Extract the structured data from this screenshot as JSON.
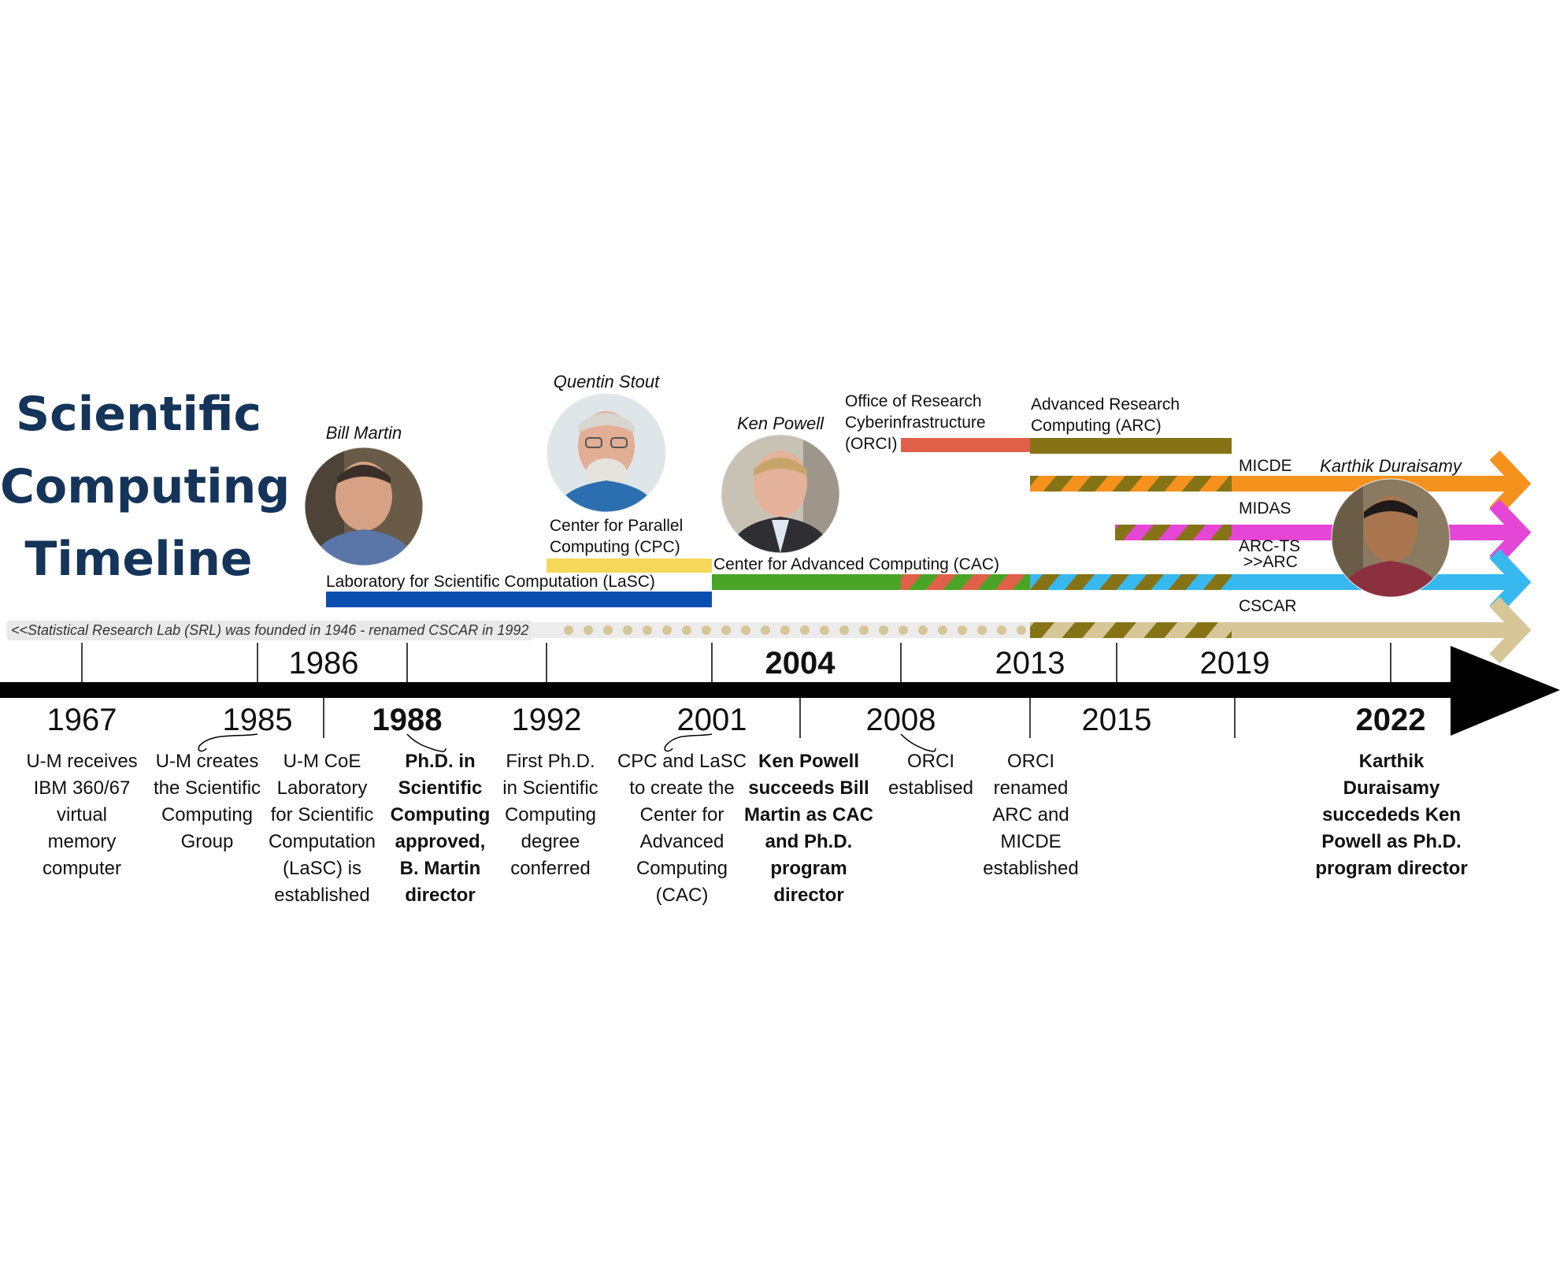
{
  "title": [
    "Scientific",
    "Computing",
    "Timeline"
  ],
  "srl_note": "<<Statistical Research Lab (SRL) was founded in 1946 - renamed CSCAR in 1992",
  "colors": {
    "title": "#15345a",
    "lasc": "#0a4fb0",
    "cpc": "#f5d85a",
    "cac": "#4aa527",
    "orci": "#e0604a",
    "arc": "#857316",
    "micde": "#f5921e",
    "midas": "#e646d6",
    "arcts": "#37b9ef",
    "cscar": "#d6c698"
  },
  "people": [
    {
      "name": "Bill Martin",
      "icon": "person-photo"
    },
    {
      "name": "Quentin Stout",
      "icon": "person-photo"
    },
    {
      "name": "Ken Powell",
      "icon": "person-photo"
    },
    {
      "name": "Karthik Duraisamy",
      "icon": "person-photo"
    }
  ],
  "bars": {
    "lasc": "Laboratory for Scientific Computation (LaSC)",
    "cpc": [
      "Center for Parallel",
      "Computing (CPC)"
    ],
    "cac": "Center for Advanced Computing (CAC)",
    "orci": [
      "Office of Research",
      "Cyberinfrastructure",
      "(ORCI)"
    ],
    "arc": [
      "Advanced Research",
      "Computing (ARC)"
    ],
    "micde": "MICDE",
    "midas": "MIDAS",
    "arcts": [
      "ARC-TS",
      ">>ARC"
    ],
    "cscar": "CSCAR"
  },
  "years_upper": [
    "1986",
    "2004",
    "2013",
    "2019"
  ],
  "years_lower": [
    "1967",
    "1985",
    "1988",
    "1992",
    "2001",
    "2008",
    "2015",
    "2022"
  ],
  "events": [
    {
      "lines": [
        "U-M receives",
        "IBM 360/67",
        "virtual",
        "memory",
        "computer"
      ]
    },
    {
      "lines": [
        "U-M creates",
        "the Scientific",
        "Computing",
        "Group"
      ]
    },
    {
      "lines": [
        "U-M CoE",
        "Laboratory",
        "for Scientific",
        "Computation",
        "(LaSC) is",
        "established"
      ]
    },
    {
      "lines": [
        "Ph.D. in",
        "Scientific",
        "Computing",
        "approved,",
        "B. Martin",
        "director"
      ]
    },
    {
      "lines": [
        "First Ph.D.",
        "in Scientific",
        "Computing",
        "degree",
        "conferred"
      ]
    },
    {
      "lines": [
        "CPC and LaSC",
        "to create the",
        "Center for",
        "Advanced",
        "Computing",
        "(CAC)"
      ]
    },
    {
      "lines": [
        "Ken Powell",
        "succeeds Bill",
        "Martin as CAC",
        "and Ph.D.",
        "program",
        "director"
      ]
    },
    {
      "lines": [
        "ORCI",
        "establised"
      ]
    },
    {
      "lines": [
        "ORCI",
        "renamed",
        "ARC and",
        "MICDE",
        "established"
      ]
    },
    {
      "lines": [
        "Karthik",
        "Duraisamy",
        "succededs Ken",
        "Powell as Ph.D.",
        "program director"
      ]
    }
  ]
}
